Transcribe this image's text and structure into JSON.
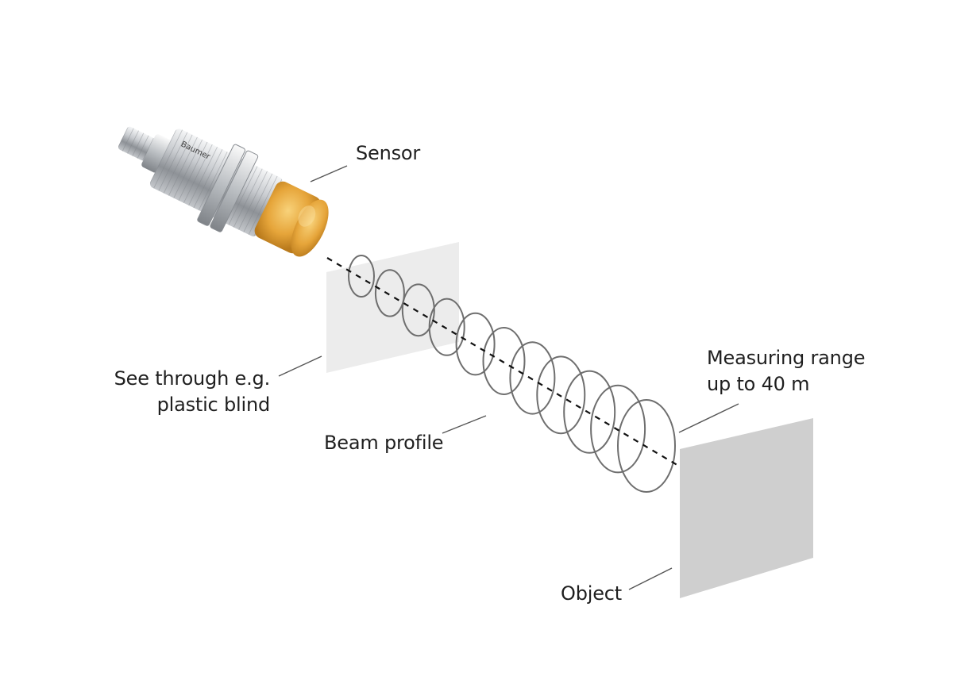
{
  "labels": {
    "sensor": "Sensor",
    "see_through_line1": "See through e.g.",
    "see_through_line2": "plastic blind",
    "beam_profile": "Beam profile",
    "measuring_range_line1": "Measuring range",
    "measuring_range_line2": "up to 40 m",
    "object": "Object"
  },
  "sensor_brand": "Baumer",
  "colors": {
    "text": "#1f1f1f",
    "leader_line": "#555555",
    "beam_circles": "#6e6e6e",
    "beam_axis": "#111111",
    "blind_panel": "#ededed",
    "object_panel": "#cfcfcf",
    "sensor_lens": "#e8a93a",
    "sensor_body": "#bfc3c7"
  }
}
